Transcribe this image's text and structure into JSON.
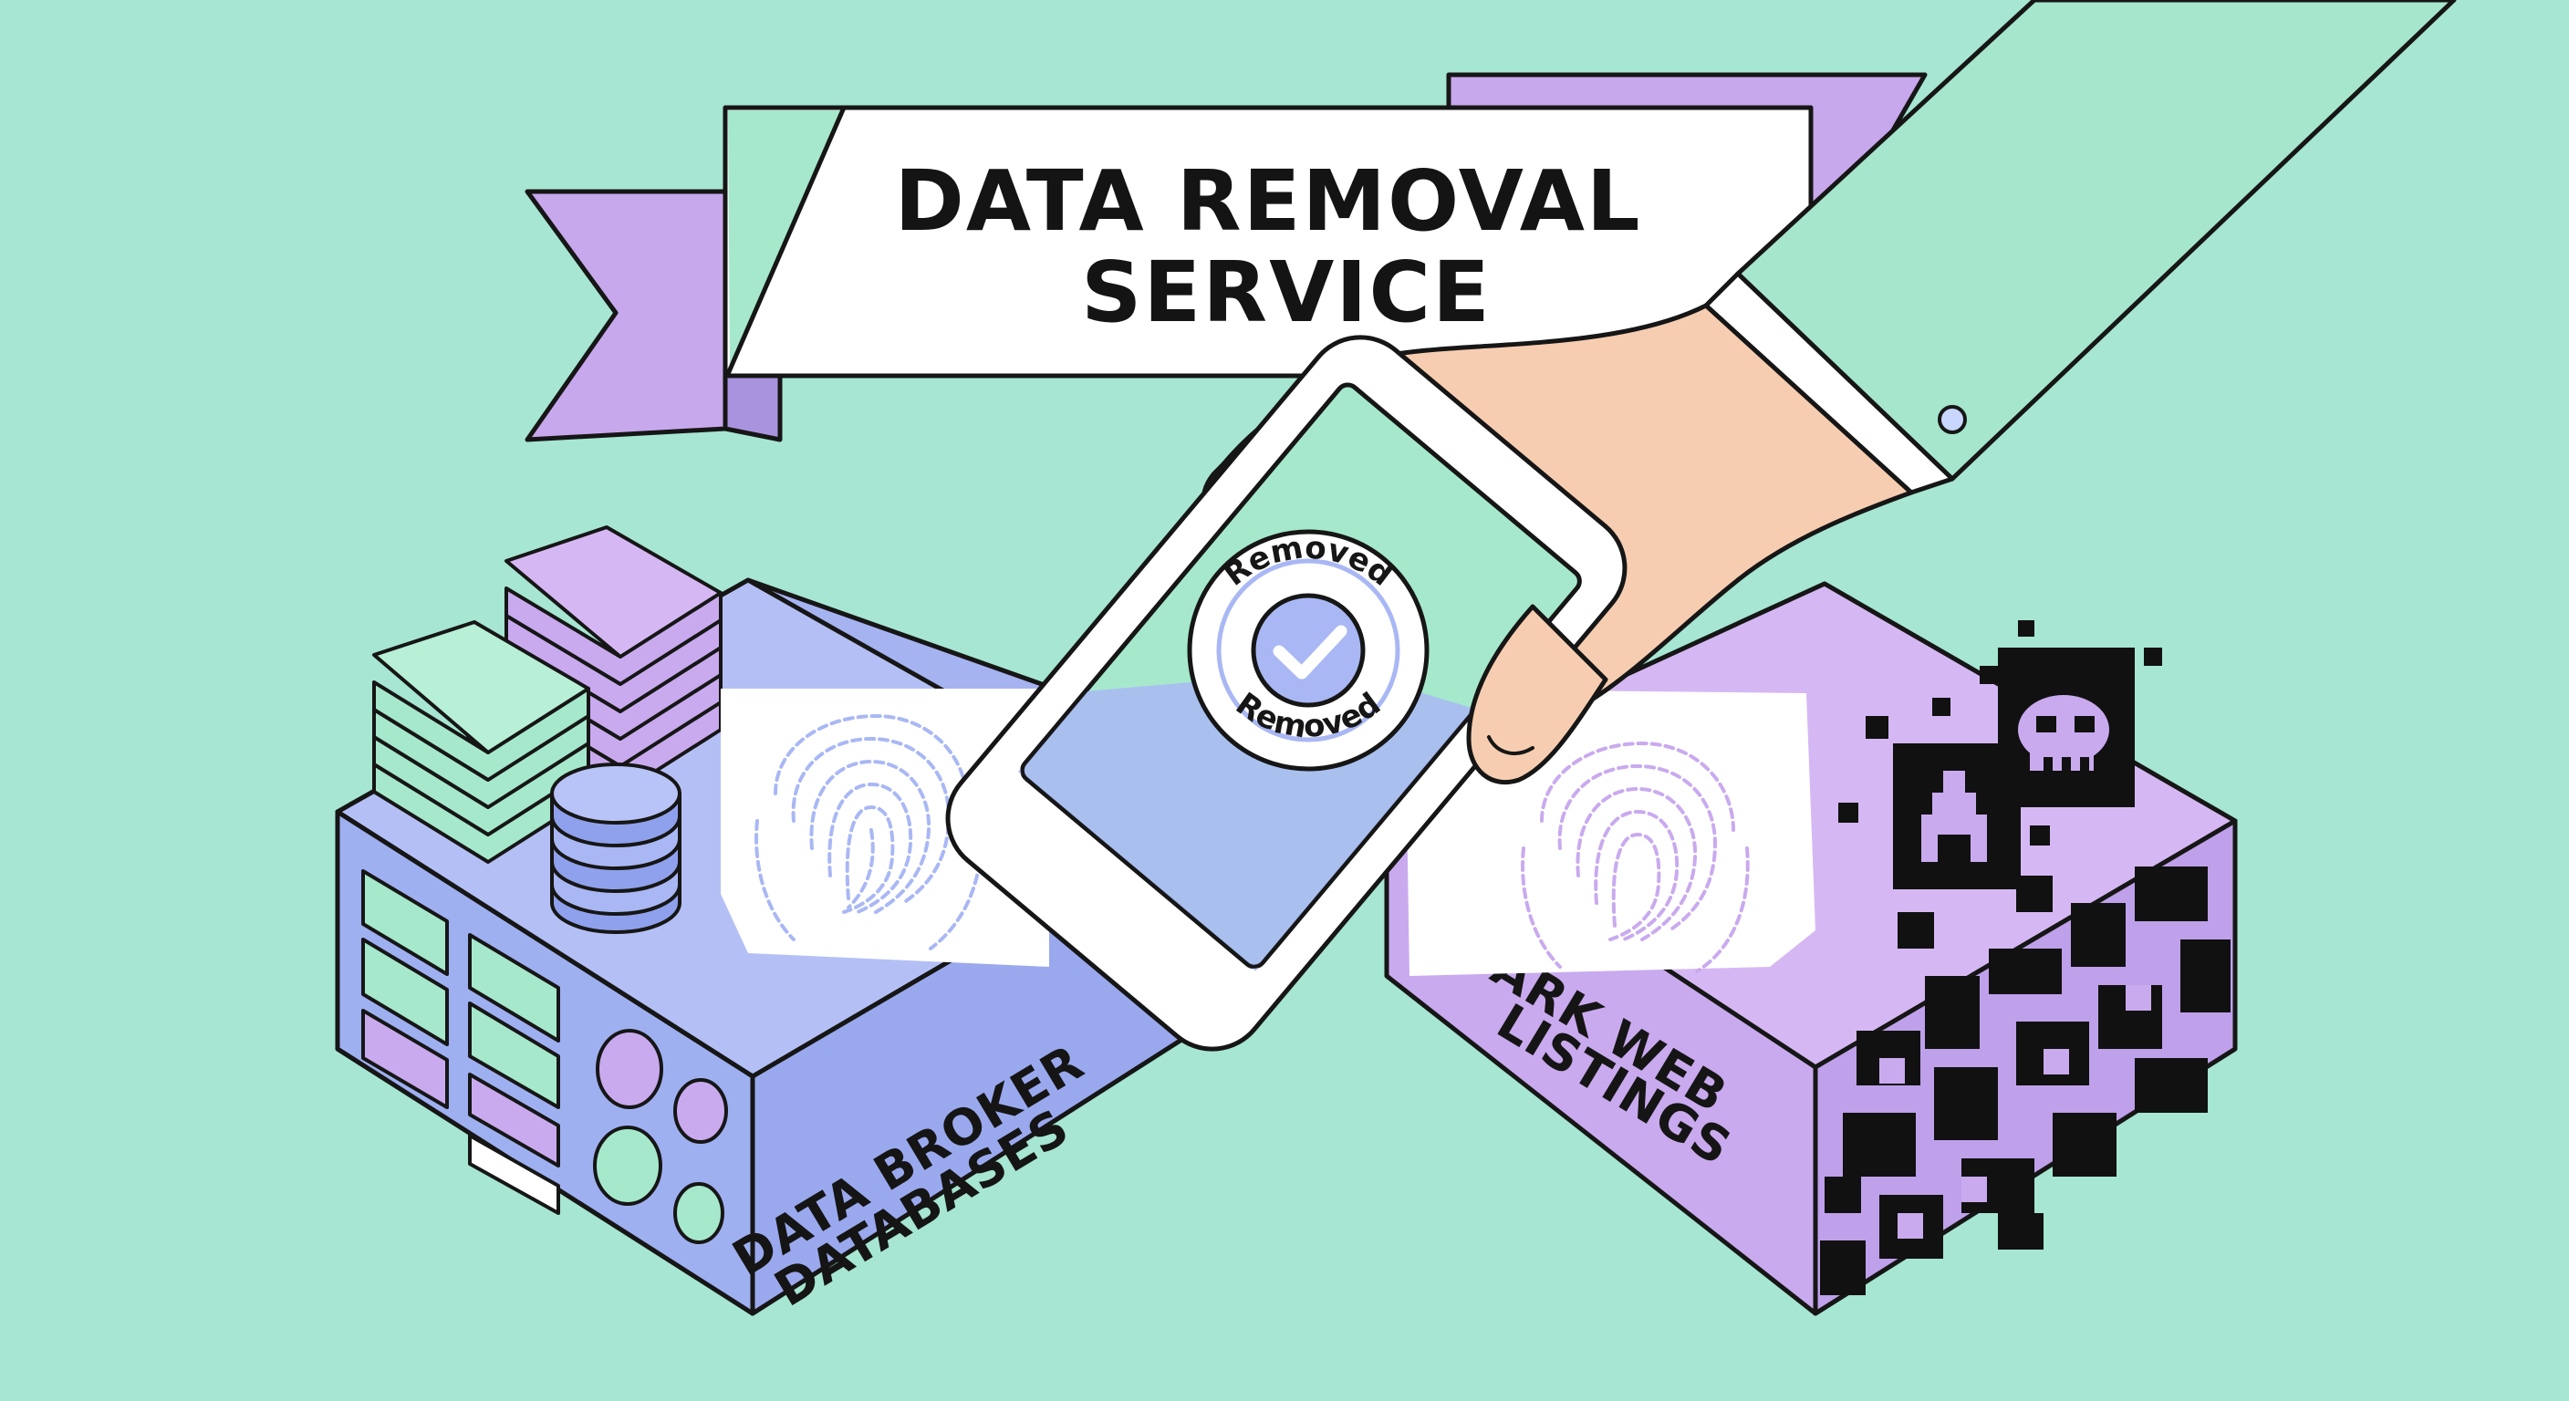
{
  "banner": {
    "line1": "DATA REMOVAL",
    "line2": "SERVICE"
  },
  "badge": {
    "top_text": "Removed",
    "bottom_text": "Removed",
    "icon": "checkmark-icon"
  },
  "left_box": {
    "line1": "DATA BROKER",
    "line2": "DATABASES"
  },
  "right_box": {
    "line1": "DARK WEB",
    "line2": "LISTINGS"
  },
  "colors": {
    "background": "#a6e6d2",
    "mint": "#9fe6cc",
    "lavender": "#c9aaee",
    "periwinkle": "#a9b8f4",
    "skin": "#f7cdb1",
    "outline": "#161616"
  },
  "icons": [
    "fingerprint-icon",
    "server-stack-icon",
    "coin-stack-icon",
    "skull-icon",
    "alien-icon"
  ]
}
